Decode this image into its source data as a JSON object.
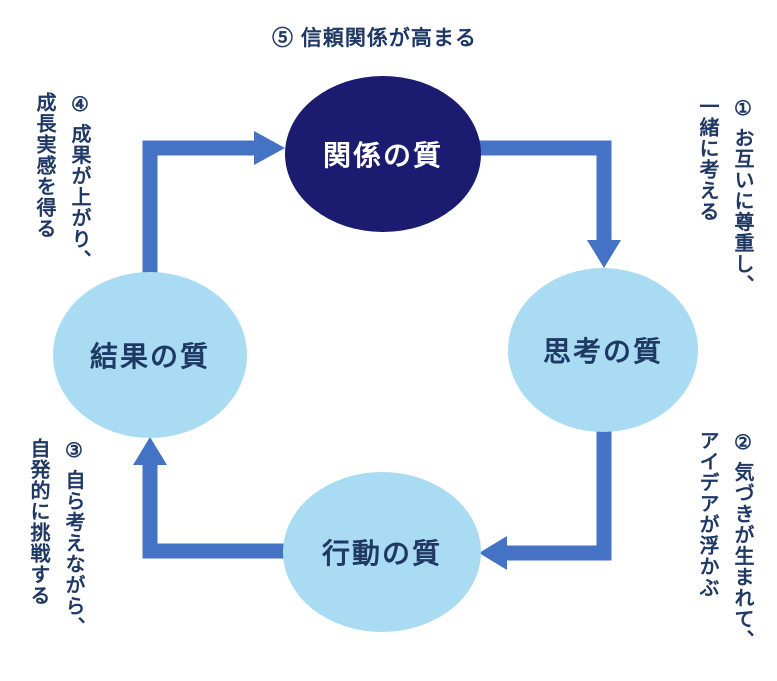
{
  "colors": {
    "dark_node": "#1b1b70",
    "light_node": "#a9dcf3",
    "arrow": "#4472c4",
    "text": "#1f3864"
  },
  "nodes": [
    {
      "id": "relation",
      "label": "関係の質"
    },
    {
      "id": "thinking",
      "label": "思考の質"
    },
    {
      "id": "action",
      "label": "行動の質"
    },
    {
      "id": "result",
      "label": "結果の質"
    }
  ],
  "annotations": {
    "step5": "⑤ 信頼関係が高まる",
    "step1": "① お互いに尊重し、\n一緒に考える",
    "step2": "② 気づきが生まれて、\nアイデアが浮かぶ",
    "step3": "③ 自ら考えながら、\n自発的に挑戦する",
    "step4": "④ 成果が上がり、\n成長実感を得る"
  }
}
